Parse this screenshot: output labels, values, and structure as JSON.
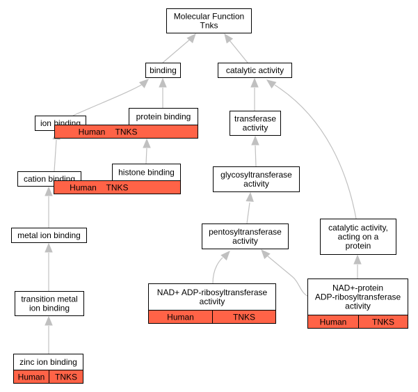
{
  "colors": {
    "annotation_fill": "#ff6347",
    "edge": "#c0c0c0",
    "node_border": "#000000",
    "node_fill": "#ffffff"
  },
  "nodes": {
    "root": {
      "lines": [
        "Molecular Function",
        "Tnks"
      ]
    },
    "binding": {
      "lines": [
        "binding"
      ]
    },
    "catalytic": {
      "lines": [
        "catalytic activity"
      ]
    },
    "ion_binding": {
      "lines": [
        "ion binding"
      ]
    },
    "protein_binding": {
      "lines": [
        "protein binding"
      ],
      "annotation": {
        "species": "Human",
        "gene": "TNKS"
      }
    },
    "transferase": {
      "lines": [
        "transferase",
        "activity"
      ]
    },
    "cation_binding": {
      "lines": [
        "cation binding"
      ]
    },
    "histone_binding": {
      "lines": [
        "histone binding"
      ],
      "annotation": {
        "species": "Human",
        "gene": "TNKS"
      }
    },
    "glycosyl": {
      "lines": [
        "glycosyltransferase",
        "activity"
      ]
    },
    "metal_ion": {
      "lines": [
        "metal ion binding"
      ]
    },
    "pentosyl": {
      "lines": [
        "pentosyltransferase",
        "activity"
      ]
    },
    "cat_protein": {
      "lines": [
        "catalytic activity,",
        "acting on a",
        "protein"
      ]
    },
    "transition_metal": {
      "lines": [
        "transition metal",
        "ion binding"
      ]
    },
    "nad_adp": {
      "lines": [
        "NAD+ ADP-ribosyltransferase",
        "activity"
      ],
      "annotation": {
        "species": "Human",
        "gene": "TNKS"
      }
    },
    "nad_protein": {
      "lines": [
        "NAD+-protein",
        "ADP-ribosyltransferase",
        "activity"
      ],
      "annotation": {
        "species": "Human",
        "gene": "TNKS"
      }
    },
    "zinc": {
      "lines": [
        "zinc ion binding"
      ],
      "annotation": {
        "species": "Human",
        "gene": "TNKS"
      }
    }
  }
}
